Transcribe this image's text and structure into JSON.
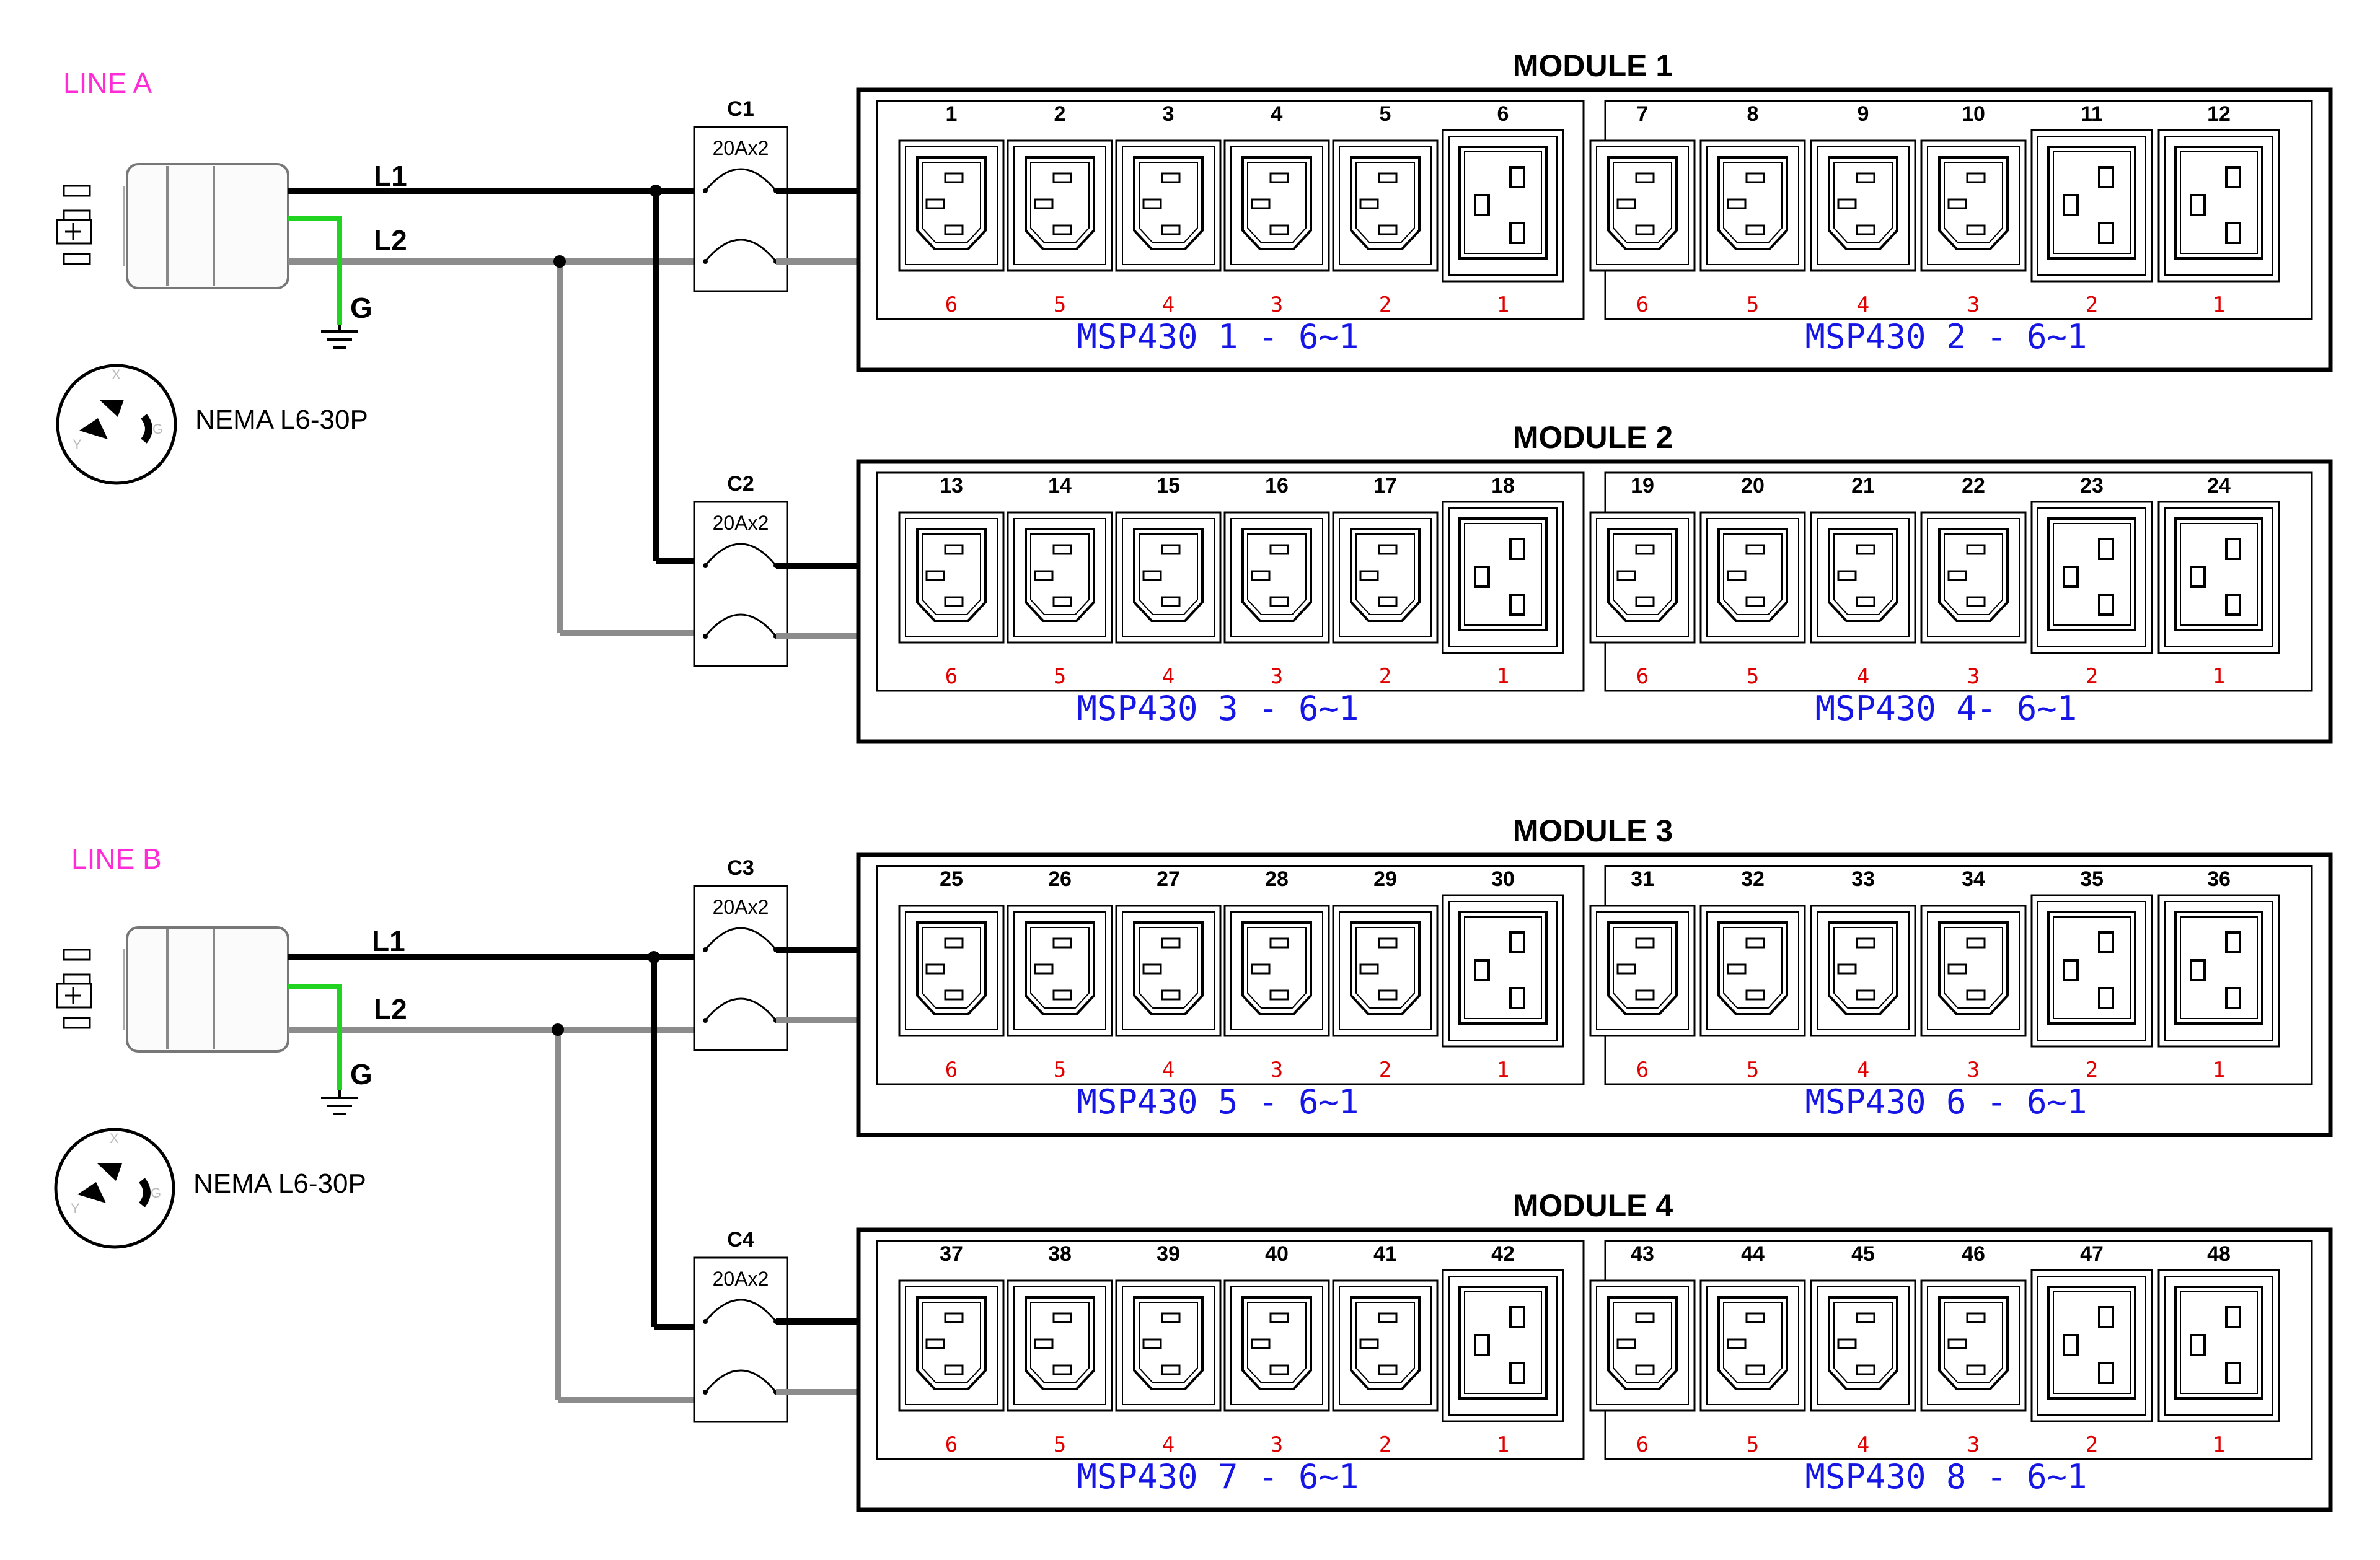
{
  "colors": {
    "line_label": "#ff2bd6",
    "l1_wire": "#000000",
    "l2_wire": "#8c8c8c",
    "ground_wire": "#22d422",
    "channel_number": "#e00000",
    "msp_label": "#1515e6",
    "outlet_number": "#000000"
  },
  "lines": [
    {
      "label": "LINE A",
      "plug_label": "NEMA L6-30P",
      "l1_label": "L1",
      "l2_label": "L2",
      "ground_label": "G",
      "plug_pin_labels": [
        "X",
        "Y",
        "G"
      ],
      "breakers": [
        {
          "name": "C1",
          "rating": "20Ax2"
        },
        {
          "name": "C2",
          "rating": "20Ax2"
        }
      ]
    },
    {
      "label": "LINE B",
      "plug_label": "NEMA L6-30P",
      "l1_label": "L1",
      "l2_label": "L2",
      "ground_label": "G",
      "plug_pin_labels": [
        "X",
        "Y",
        "G"
      ],
      "breakers": [
        {
          "name": "C3",
          "rating": "20Ax2"
        },
        {
          "name": "C4",
          "rating": "20Ax2"
        }
      ]
    }
  ],
  "modules": [
    {
      "title": "MODULE 1",
      "groups": [
        {
          "label": "MSP430  1  -  6~1",
          "outlets": [
            1,
            2,
            3,
            4,
            5,
            6
          ],
          "channels": [
            "6",
            "5",
            "4",
            "3",
            "2",
            "1"
          ]
        },
        {
          "label": "MSP430  2  -  6~1",
          "outlets": [
            7,
            8,
            9,
            10,
            11,
            12
          ],
          "channels": [
            "6",
            "5",
            "4",
            "3",
            "2",
            "1"
          ]
        }
      ]
    },
    {
      "title": "MODULE 2",
      "groups": [
        {
          "label": "MSP430  3  -  6~1",
          "outlets": [
            13,
            14,
            15,
            16,
            17,
            18
          ],
          "channels": [
            "6",
            "5",
            "4",
            "3",
            "2",
            "1"
          ]
        },
        {
          "label": "MSP430  4-  6~1",
          "outlets": [
            19,
            20,
            21,
            22,
            23,
            24
          ],
          "channels": [
            "6",
            "5",
            "4",
            "3",
            "2",
            "1"
          ]
        }
      ]
    },
    {
      "title": "MODULE 3",
      "groups": [
        {
          "label": "MSP430  5  -  6~1",
          "outlets": [
            25,
            26,
            27,
            28,
            29,
            30
          ],
          "channels": [
            "6",
            "5",
            "4",
            "3",
            "2",
            "1"
          ]
        },
        {
          "label": "MSP430  6  -  6~1",
          "outlets": [
            31,
            32,
            33,
            34,
            35,
            36
          ],
          "channels": [
            "6",
            "5",
            "4",
            "3",
            "2",
            "1"
          ]
        }
      ]
    },
    {
      "title": "MODULE 4",
      "groups": [
        {
          "label": "MSP430  7  -  6~1",
          "outlets": [
            37,
            38,
            39,
            40,
            41,
            42
          ],
          "channels": [
            "6",
            "5",
            "4",
            "3",
            "2",
            "1"
          ]
        },
        {
          "label": "MSP430  8  -  6~1",
          "outlets": [
            43,
            44,
            45,
            46,
            47,
            48
          ],
          "channels": [
            "6",
            "5",
            "4",
            "3",
            "2",
            "1"
          ]
        }
      ]
    }
  ],
  "outlet_types": {
    "group_a": [
      "C13",
      "C13",
      "C13",
      "C13",
      "C13",
      "C19"
    ],
    "group_b": [
      "C13",
      "C13",
      "C13",
      "C13",
      "C19",
      "C19"
    ]
  }
}
